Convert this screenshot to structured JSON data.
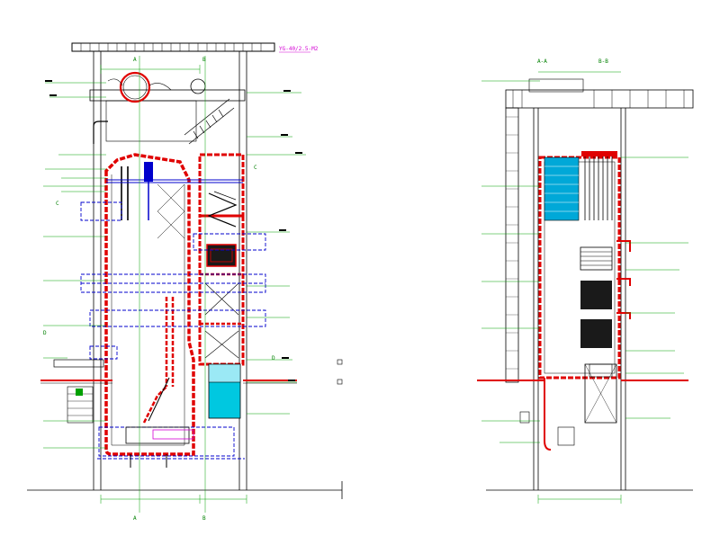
{
  "drawing": {
    "title": "YG-40/2.5-M2",
    "subtitle": "",
    "colors": {
      "outline": "#000000",
      "guide": "#00a000",
      "dimension": "#00a000",
      "refractory": "#e00000",
      "hidden": "#0000cc",
      "water": "#00c8e0",
      "title": "#d400d4"
    }
  },
  "front_view": {
    "section_marks": [
      "A",
      "B",
      "A",
      "B",
      "C",
      "C",
      "D",
      "D"
    ]
  },
  "side_view": {
    "section_labels": [
      "A-A",
      "B-B"
    ]
  }
}
